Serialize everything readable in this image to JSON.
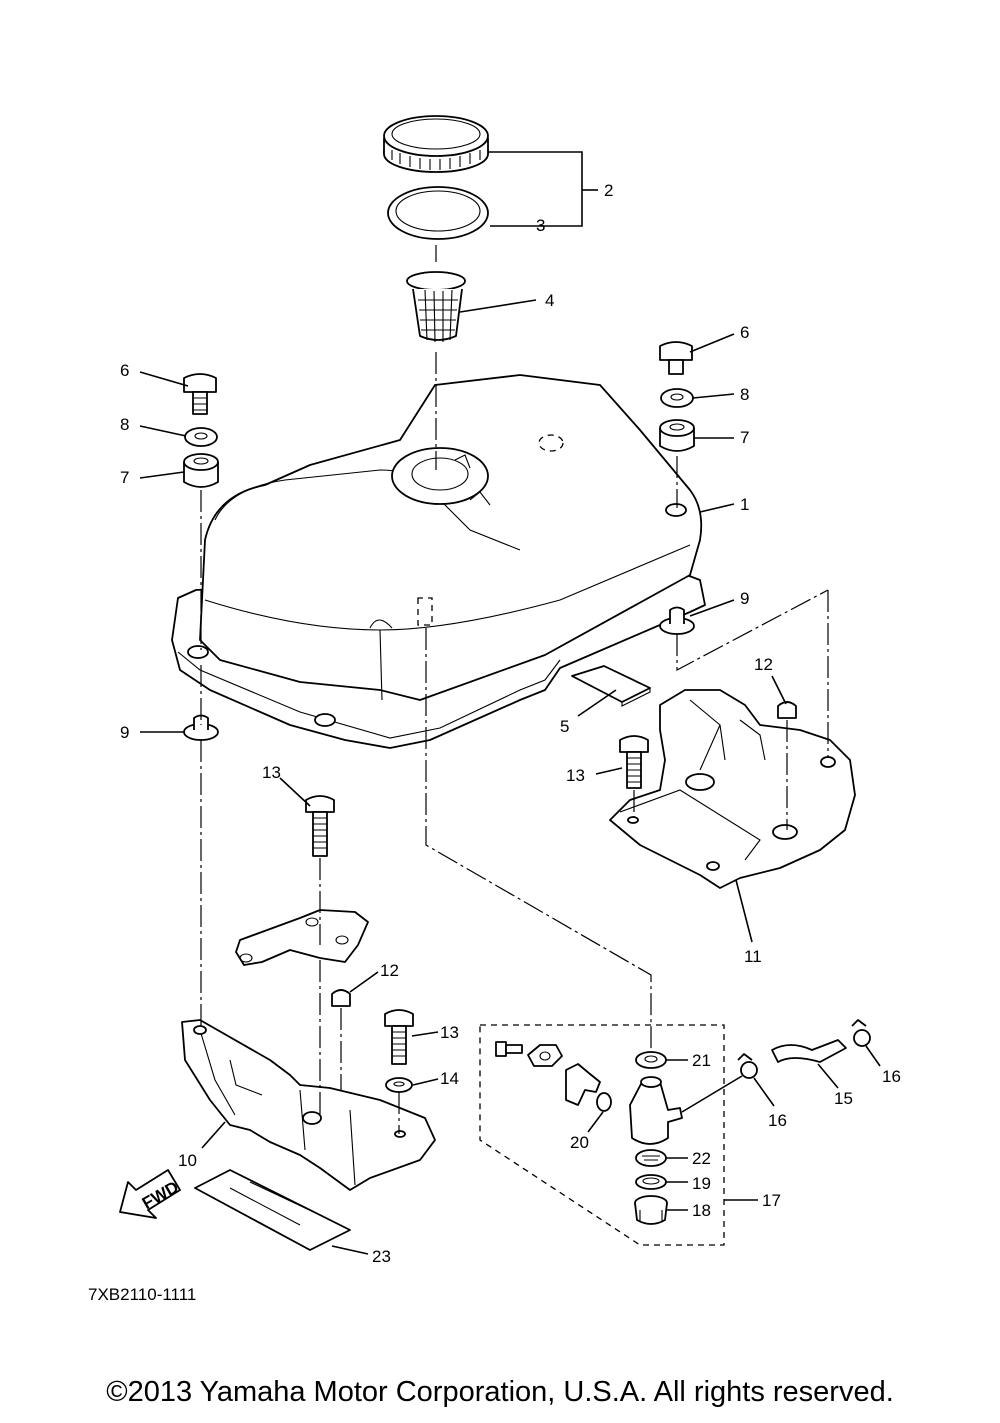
{
  "diagram_code": "7XB2110-1111",
  "copyright": "©2013 Yamaha Motor Corporation, U.S.A. All rights reserved.",
  "arrow_label": "FWD",
  "callouts": {
    "c1": "1",
    "c2": "2",
    "c3": "3",
    "c4": "4",
    "c5": "5",
    "c6_left": "6",
    "c6_right": "6",
    "c7_left": "7",
    "c7_right": "7",
    "c8_left": "8",
    "c8_right": "8",
    "c9_left": "9",
    "c9_right": "9",
    "c10": "10",
    "c11": "11",
    "c12_right": "12",
    "c12_mid": "12",
    "c13_right": "13",
    "c13_left": "13",
    "c13_mid": "13",
    "c14": "14",
    "c15": "15",
    "c16_left": "16",
    "c16_right": "16",
    "c17": "17",
    "c18": "18",
    "c19": "19",
    "c20": "20",
    "c21": "21",
    "c22": "22",
    "c23": "23"
  }
}
